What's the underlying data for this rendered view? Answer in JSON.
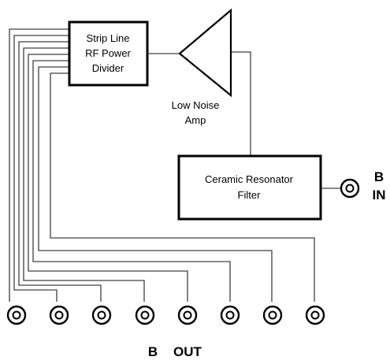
{
  "divider": {
    "line1": "Strip Line",
    "line2": "RF Power",
    "line3": "Divider"
  },
  "amplifier": {
    "line1": "Low Noise",
    "line2": "Amp"
  },
  "filter": {
    "line1": "Ceramic Resonator",
    "line2": "Filter"
  },
  "input": {
    "line1": "B",
    "line2": "IN"
  },
  "output": {
    "label_b": "B",
    "label_out": "OUT",
    "connector_count": 8
  }
}
